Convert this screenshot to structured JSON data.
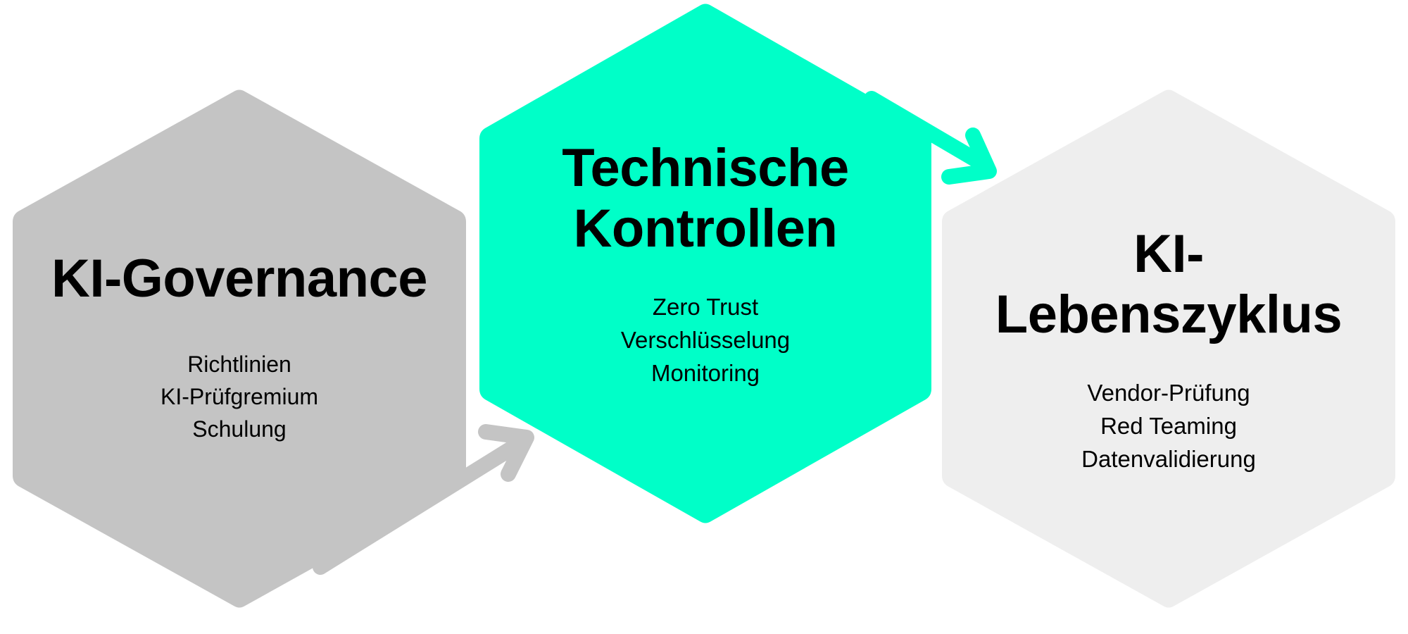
{
  "colors": {
    "governance_fill": "#c4c4c4",
    "controls_fill": "#00ffc8",
    "lifecycle_fill": "#eeeeee",
    "governance_arrow": "#c4c4c4",
    "controls_arrow": "#00ffc8",
    "text": "#000000",
    "background": "#ffffff"
  },
  "stages": [
    {
      "id": "governance",
      "title": "KI-Governance",
      "items": [
        "Richtlinien",
        "KI-Prüfgremium",
        "Schulung"
      ]
    },
    {
      "id": "controls",
      "title_lines": [
        "Technische",
        "Kontrollen"
      ],
      "items": [
        "Zero Trust",
        "Verschlüsselung",
        "Monitoring"
      ]
    },
    {
      "id": "lifecycle",
      "title_lines": [
        "KI-",
        "Lebenszyklus"
      ],
      "items": [
        "Vendor-Prüfung",
        "Red Teaming",
        "Datenvalidierung"
      ]
    }
  ],
  "connectors": [
    {
      "from": "governance",
      "to": "controls",
      "icon": "arrow-icon"
    },
    {
      "from": "controls",
      "to": "lifecycle",
      "icon": "arrow-icon"
    }
  ]
}
